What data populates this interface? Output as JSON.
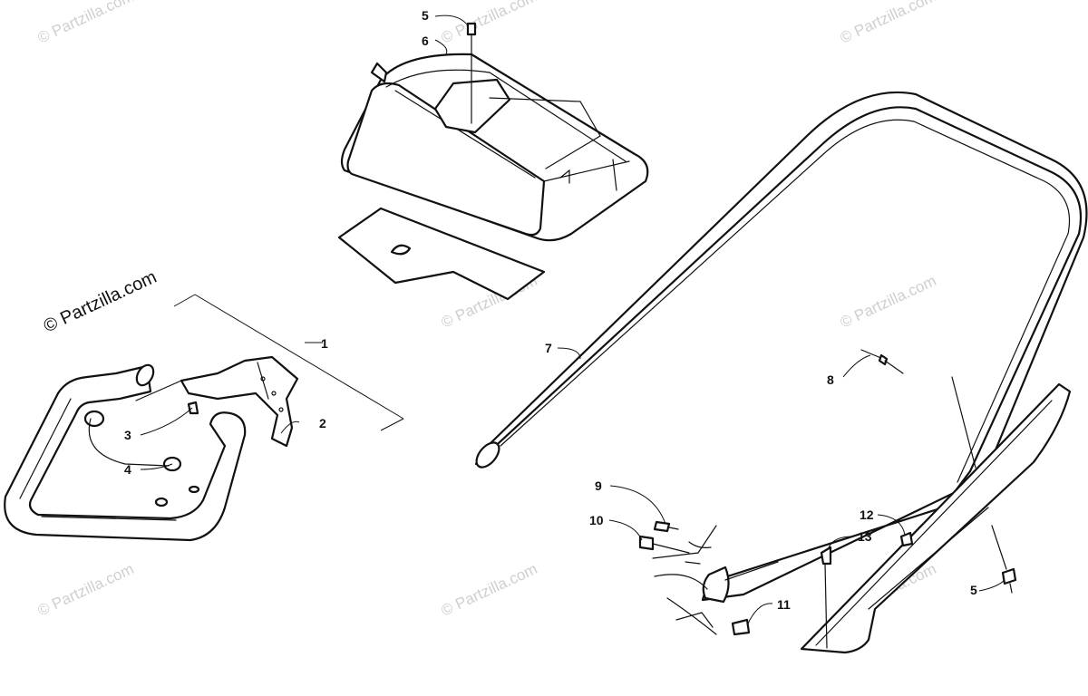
{
  "brand": {
    "watermark_text": "© Partzilla.com",
    "main_label": "© Partzilla.com"
  },
  "callouts": [
    {
      "id": "1",
      "label": "1"
    },
    {
      "id": "2",
      "label": "2"
    },
    {
      "id": "3",
      "label": "3"
    },
    {
      "id": "4",
      "label": "4"
    },
    {
      "id": "5a",
      "label": "5"
    },
    {
      "id": "6",
      "label": "6"
    },
    {
      "id": "7",
      "label": "7"
    },
    {
      "id": "8",
      "label": "8"
    },
    {
      "id": "9",
      "label": "9"
    },
    {
      "id": "10",
      "label": "10"
    },
    {
      "id": "11",
      "label": "11"
    },
    {
      "id": "12",
      "label": "12"
    },
    {
      "id": "13",
      "label": "13"
    },
    {
      "id": "5b",
      "label": "5"
    }
  ],
  "colors": {
    "line": "#111111",
    "watermark": "#cfcfcf",
    "background": "#ffffff"
  }
}
